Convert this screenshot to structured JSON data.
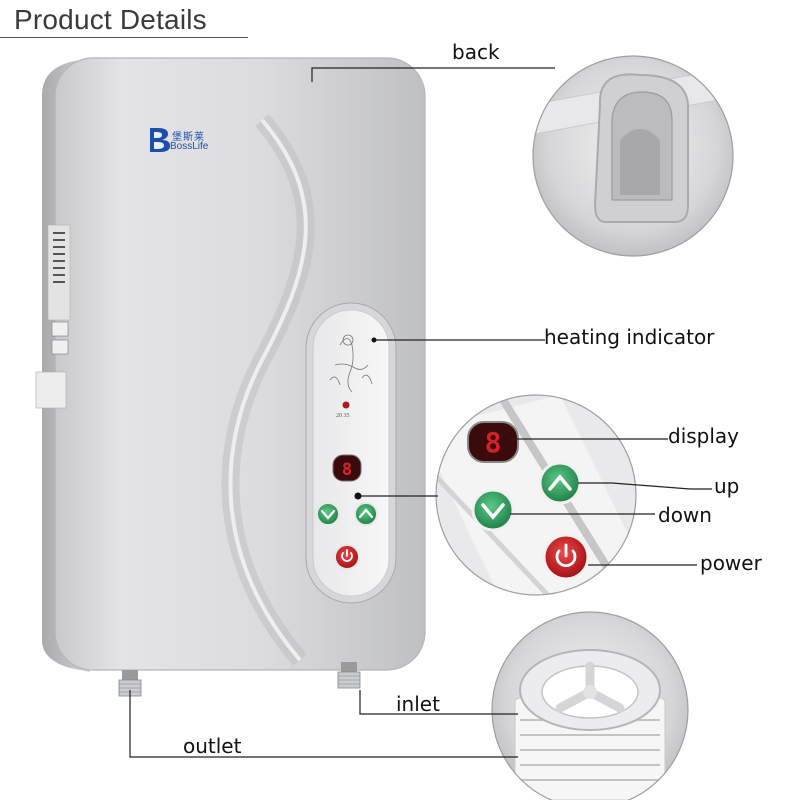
{
  "page": {
    "heading": "Product Details"
  },
  "product": {
    "brand_chinese": "堡斯莱",
    "brand_latin": "BossLife",
    "panel_small_text": "20 35",
    "display_digit": "8"
  },
  "callouts": {
    "back": "back",
    "heating_indicator": "heating indicator",
    "display": "display",
    "up": "up",
    "down": "down",
    "power": "power",
    "inlet": "inlet",
    "outlet": "outlet"
  },
  "colors": {
    "button_green": "#2f9a5a",
    "button_red": "#c8161d",
    "display_red": "#d8202a",
    "body_silver": "#d9d9db"
  }
}
